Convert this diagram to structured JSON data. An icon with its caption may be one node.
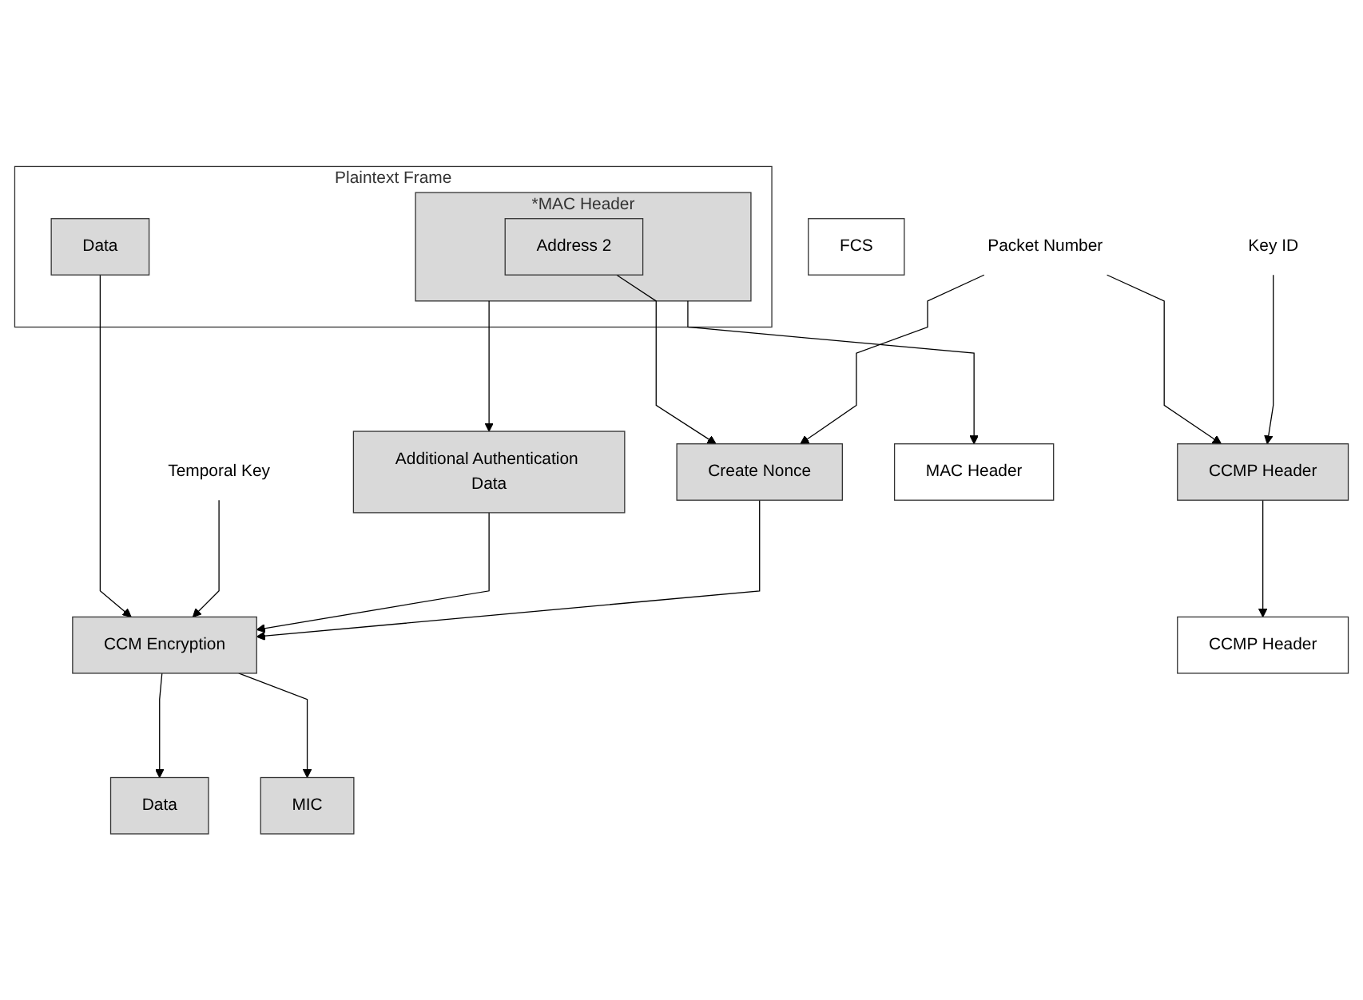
{
  "diagram": {
    "nodes": [
      {
        "text": [
          "Plaintext Frame"
        ]
      },
      {
        "text": [
          "*MAC Header"
        ],
        "in": 0
      },
      {
        "text": [
          "Address 2"
        ],
        "in": 1
      },
      {
        "text": [
          "Data"
        ],
        "in": 0
      },
      {
        "text": [
          "Packet Number"
        ]
      },
      {
        "text": [
          "Temporal Key"
        ]
      },
      {
        "text": [
          "Key ID"
        ]
      },
      {
        "text": [
          "Additional Authentication Data"
        ]
      },
      {
        "text": [
          "Create Nonce"
        ]
      },
      {
        "text": [
          "CCMP Header"
        ]
      },
      {
        "text": [
          "CCM Encryption"
        ]
      },
      {
        "text": [
          "MAC Header"
        ]
      },
      {
        "text": [
          "CCMP Header"
        ]
      },
      {
        "text": [
          "Data"
        ]
      },
      {
        "text": [
          "MIC"
        ]
      },
      {
        "text": [
          "FCS"
        ]
      }
    ],
    "edges": [
      {
        "from": 1,
        "to": 11,
        "arrow": "to"
      },
      {
        "from": 1,
        "to": 7,
        "arrow": "to"
      },
      {
        "from": 2,
        "to": 8,
        "arrow": "to"
      },
      {
        "from": 3,
        "to": 10,
        "arrow": "to"
      },
      {
        "from": 4,
        "to": 8,
        "arrow": "to"
      },
      {
        "from": 4,
        "to": 9,
        "arrow": "to"
      },
      {
        "from": 5,
        "to": 10,
        "arrow": "to"
      },
      {
        "from": 6,
        "to": 9,
        "arrow": "to"
      },
      {
        "from": 7,
        "to": 10,
        "arrow": "to"
      },
      {
        "from": 8,
        "to": 10,
        "arrow": "to"
      },
      {
        "from": 9,
        "to": 12,
        "arrow": "to"
      },
      {
        "from": 10,
        "to": 13,
        "arrow": "to"
      },
      {
        "from": 10,
        "to": 14,
        "arrow": "to"
      }
    ]
  }
}
